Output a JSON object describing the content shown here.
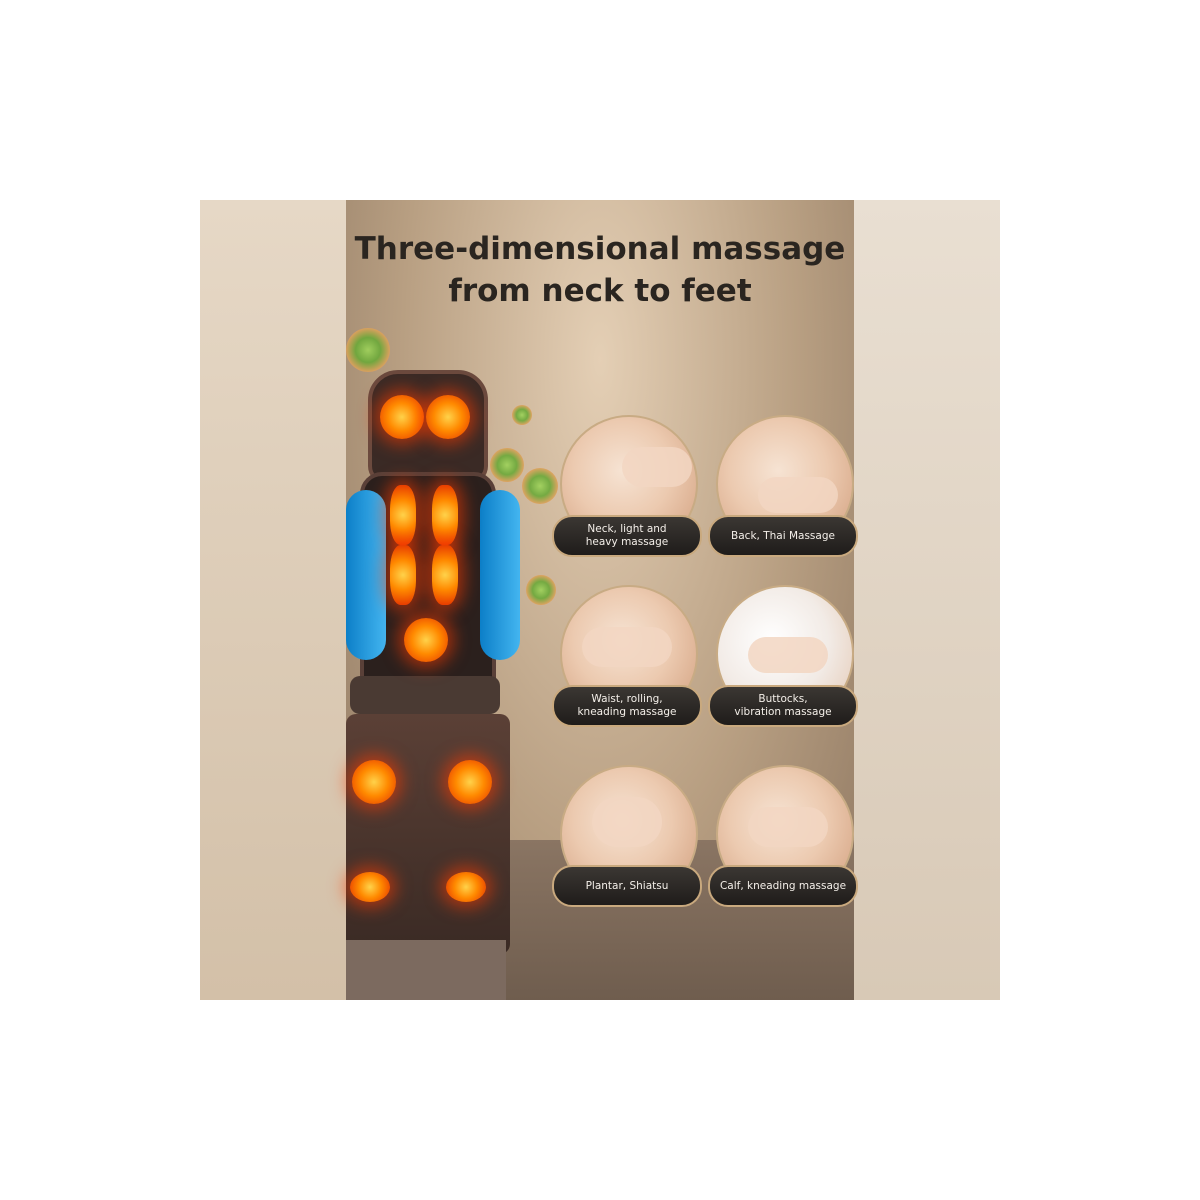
{
  "title": {
    "line1": "Three-dimensional massage",
    "line2": "from neck to feet"
  },
  "features": [
    {
      "label": "Neck, light and heavy massage",
      "line1": "Neck, light and",
      "line2": "heavy massage"
    },
    {
      "label": "Back, Thai Massage",
      "line1": "Back, Thai Massage",
      "line2": ""
    },
    {
      "label": "Waist, rolling, kneading massage",
      "line1": "Waist, rolling,",
      "line2": "kneading massage"
    },
    {
      "label": "Buttocks, vibration massage",
      "line1": "Buttocks,",
      "line2": "vibration massage"
    },
    {
      "label": "Plantar, Shiatsu",
      "line1": "Plantar, Shiatsu",
      "line2": ""
    },
    {
      "label": "Calf, kneading massage",
      "line1": "Calf, kneading massage",
      "line2": ""
    }
  ]
}
